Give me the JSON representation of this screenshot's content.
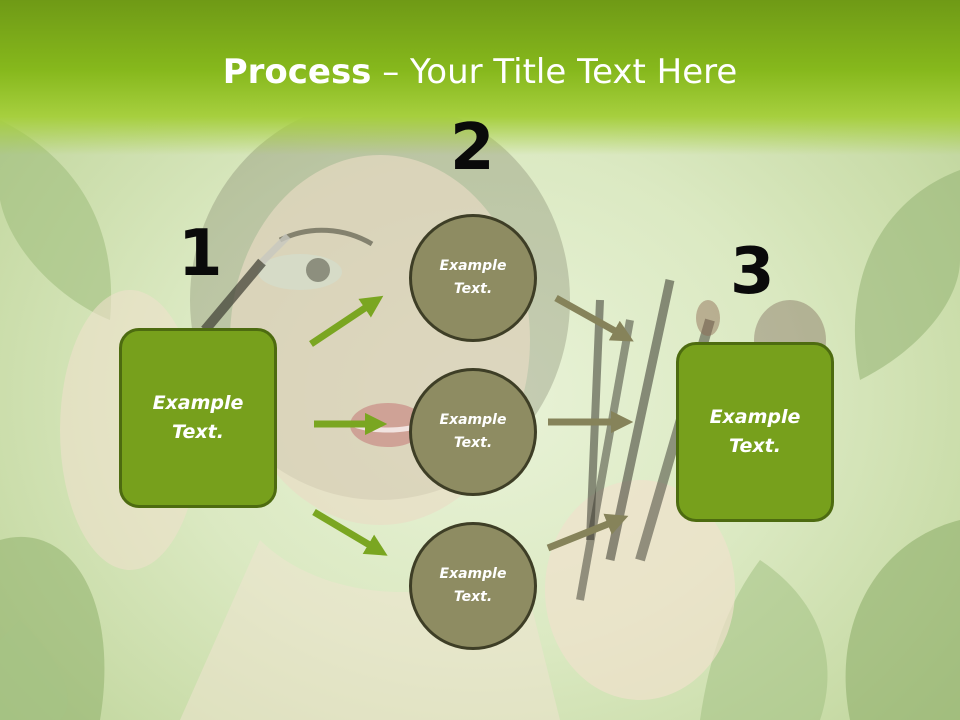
{
  "slide": {
    "title_bold": "Process",
    "title_rest": " – Your Title Text Here"
  },
  "steps": {
    "step1": {
      "number": "1",
      "text": "Example Text."
    },
    "step2": {
      "number": "2",
      "items": [
        "Example Text.",
        "Example Text.",
        "Example Text."
      ]
    },
    "step3": {
      "number": "3",
      "text": "Example Text."
    }
  },
  "colors": {
    "header_green": "#86b81c",
    "box_green": "#77a01c",
    "circle_olive": "#8e8c62",
    "arrow_green": "#7aa621",
    "arrow_olive": "#86835a"
  },
  "background_image": "woman-with-makeup-brushes-among-green-leaves"
}
